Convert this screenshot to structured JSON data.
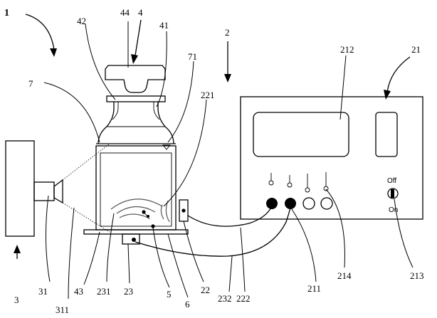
{
  "labels": {
    "system": "1",
    "vessel_assembly": "4",
    "cap": "44",
    "neck_left": "42",
    "neck_right": "41",
    "bottle_wall": "7",
    "liquid_level": "71",
    "sensor_inside": "221",
    "controller_group": "2",
    "controller_unit": "21",
    "display": "212",
    "camera_group": "3",
    "camera_body": "31",
    "camera_view": "311",
    "base": "43",
    "ultrasound": "231",
    "emitter": "23",
    "particles": "5",
    "plate": "6",
    "side_sensor": "22",
    "cable_a": "232",
    "cable_b": "222",
    "port": "211",
    "indicators": "214",
    "power_switch": "213"
  },
  "switch_text": {
    "off": "Off",
    "on": "On"
  }
}
